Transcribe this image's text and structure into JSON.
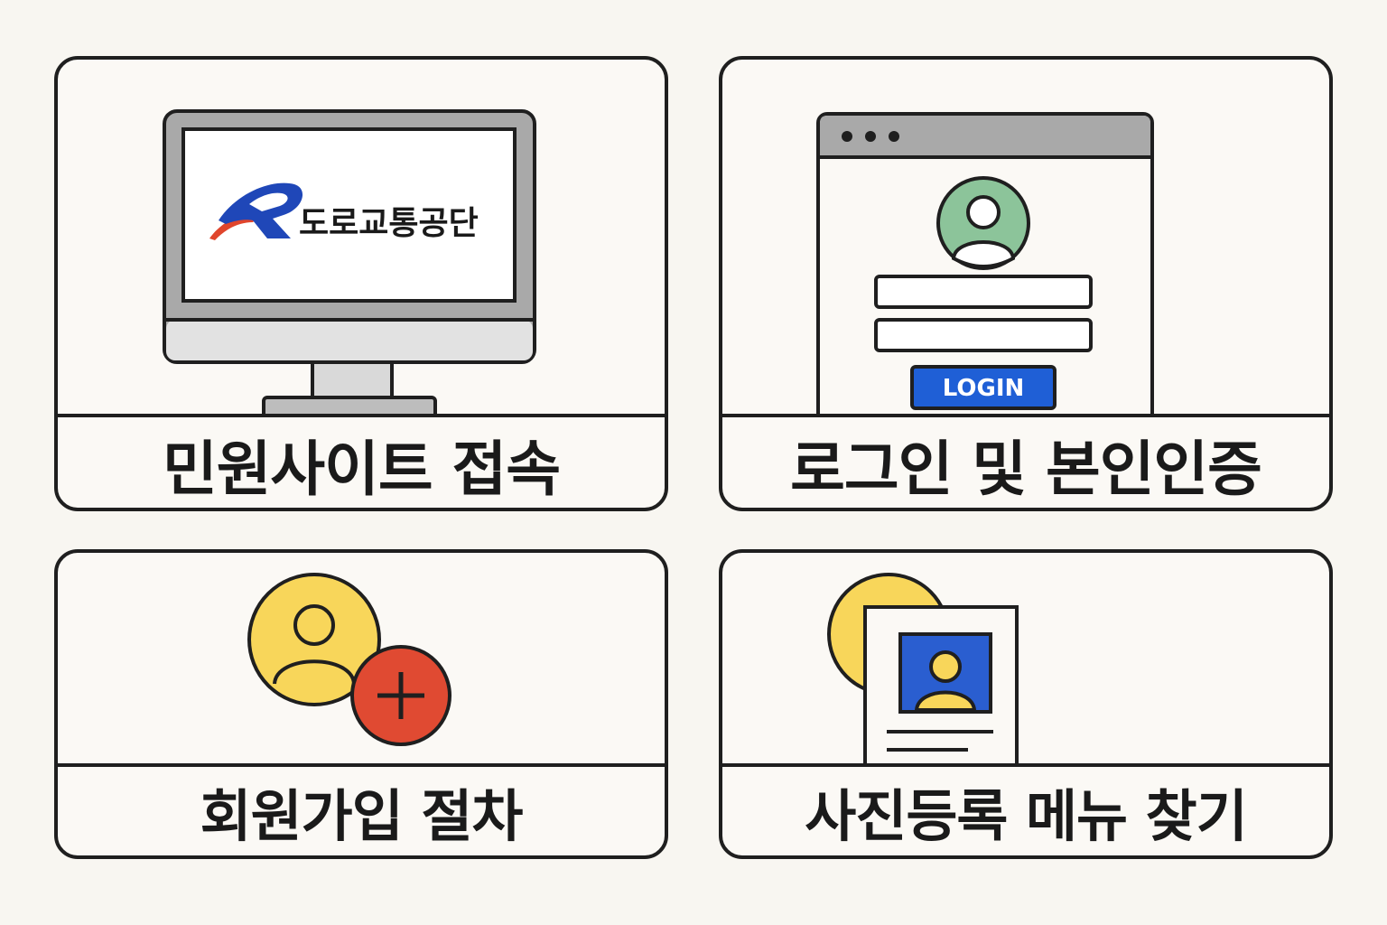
{
  "cards": [
    {
      "caption": "민원사이트 접속",
      "monitor": {
        "logo_text": "도로교통공단",
        "logo_colors": {
          "blue": "#1f47b8",
          "red": "#e0452c"
        }
      }
    },
    {
      "caption": "로그인 및 본인인증",
      "login_window": {
        "button_label": "LOGIN",
        "button_color": "#1f5fd6",
        "avatar_color": "#8cc49a"
      }
    },
    {
      "caption": "회원가입 절차",
      "signup": {
        "avatar_color": "#f8d65a",
        "plus_color": "#e04a32"
      }
    },
    {
      "caption": "사진등록 메뉴 찾기",
      "photo_card": {
        "photo_bg_color": "#2a5ed0",
        "person_color": "#f8d65a"
      }
    }
  ],
  "icons": [
    "monitor-icon",
    "browser-login-icon",
    "user-add-icon",
    "id-photo-icon"
  ]
}
